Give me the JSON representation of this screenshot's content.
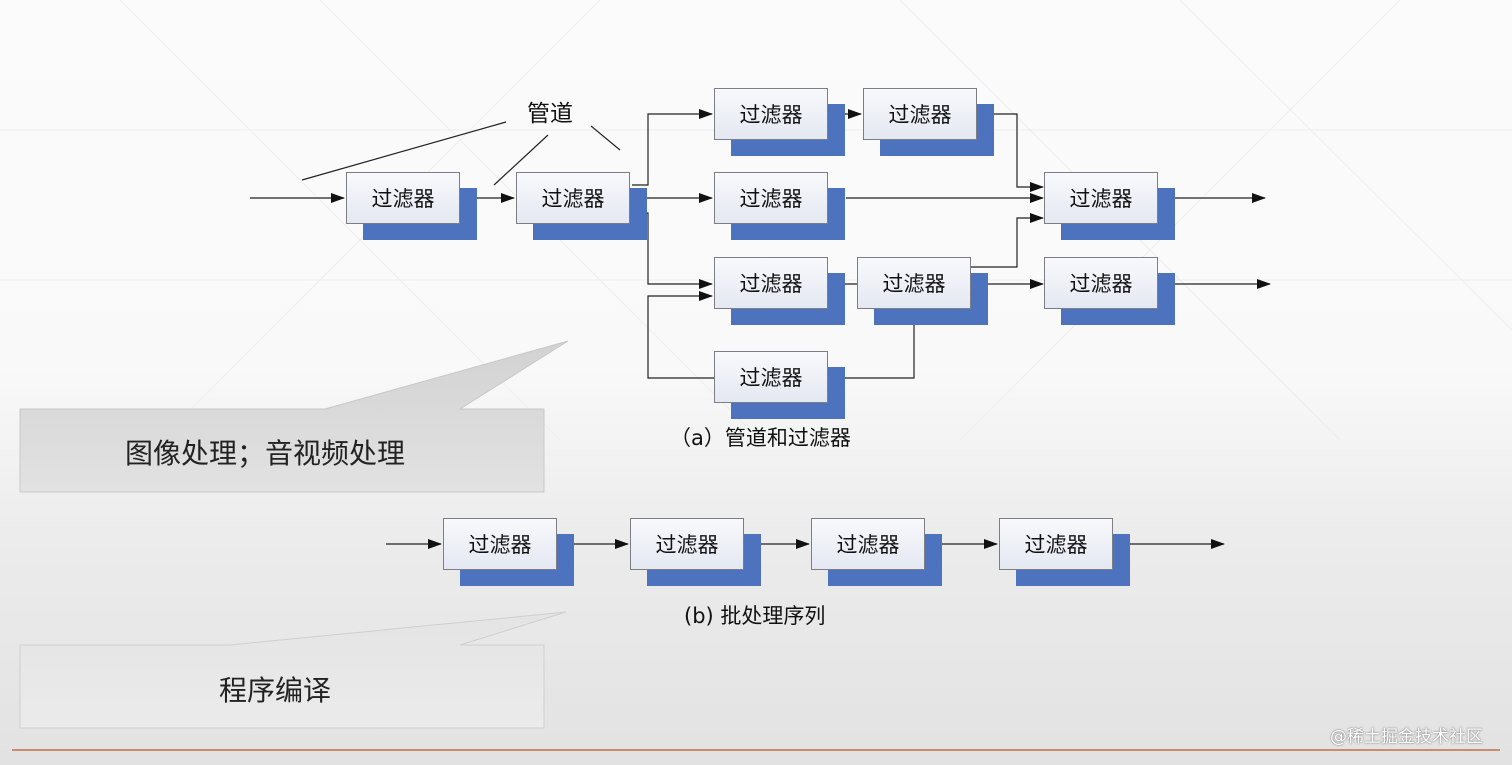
{
  "diagram_a": {
    "pipe_label": "管道",
    "filter_label": "过滤器",
    "caption": "（a）管道和过滤器"
  },
  "diagram_b": {
    "filter_label": "过滤器",
    "caption": "(b) 批处理序列"
  },
  "callouts": {
    "image_processing": "图像处理；音视频处理",
    "compilation": "程序编译"
  },
  "watermark": "@稀土掘金技术社区",
  "colors": {
    "filter_shadow": "#4e73be",
    "filter_fill": "#e4e8f1",
    "callout_top": "#d4d4d4",
    "callout_bottom": "#e6e6e6",
    "footer_line": "#c98b72"
  }
}
